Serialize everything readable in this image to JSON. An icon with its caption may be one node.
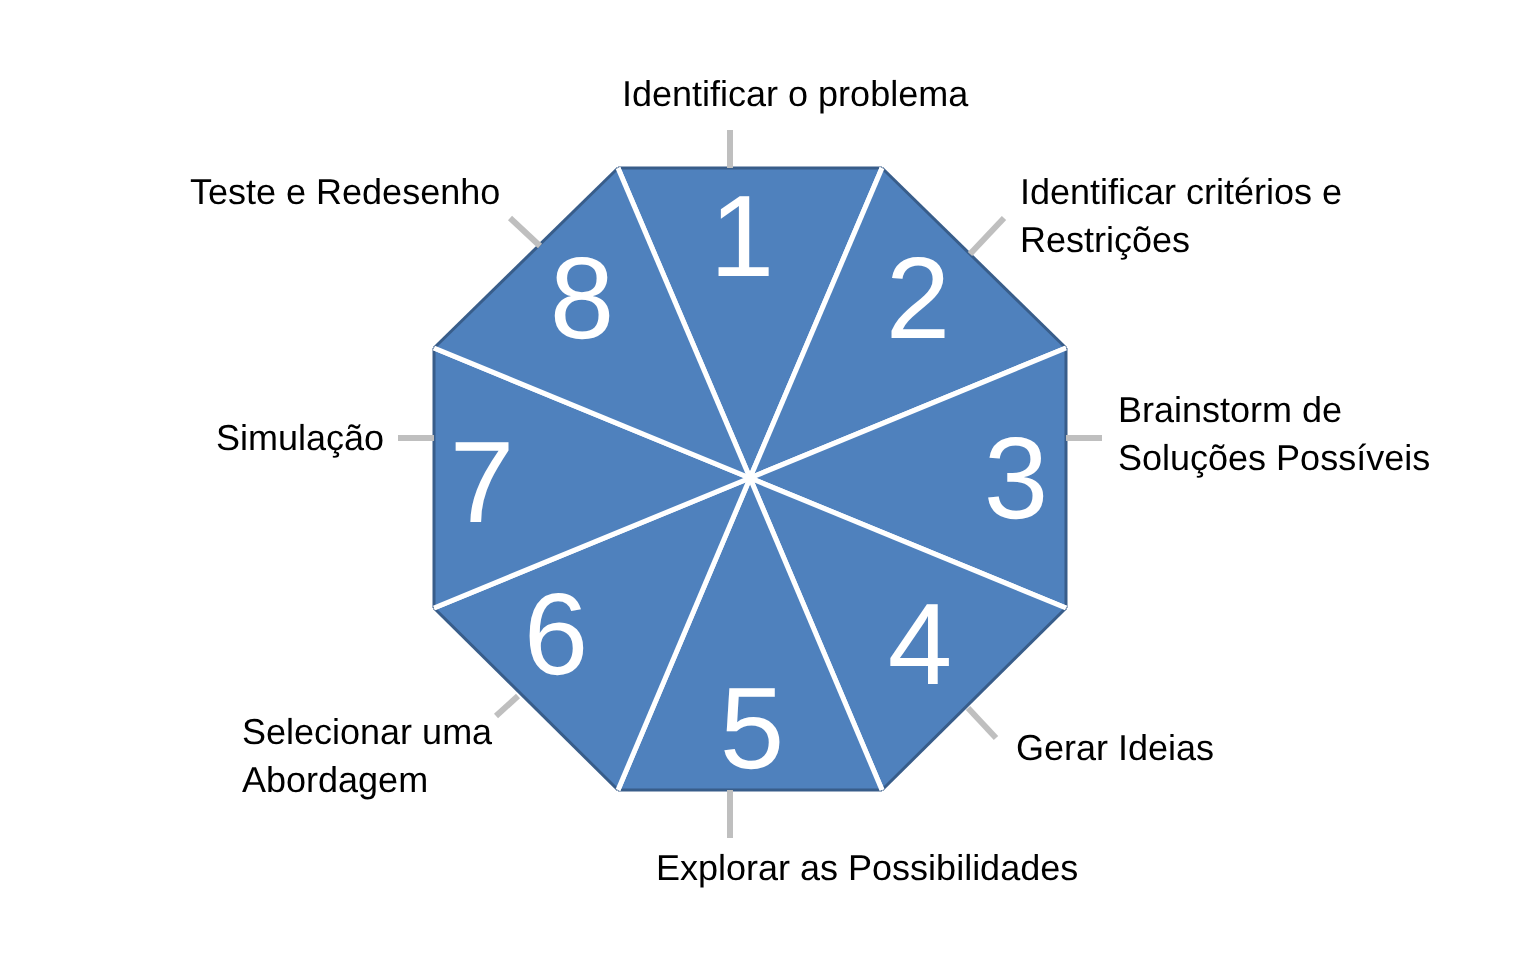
{
  "diagram": {
    "nodes": [
      {
        "text": [
          "1"
        ]
      },
      {
        "text": [
          "2"
        ]
      },
      {
        "text": [
          "3"
        ]
      },
      {
        "text": [
          "4"
        ]
      },
      {
        "text": [
          "5"
        ]
      },
      {
        "text": [
          "6"
        ]
      },
      {
        "text": [
          "7"
        ]
      },
      {
        "text": [
          "8"
        ]
      },
      {
        "text": [
          "Identificar o problema"
        ]
      },
      {
        "text": [
          "Identificar critérios e Restrições"
        ]
      },
      {
        "text": [
          "Brainstorm de Soluções Possíveis"
        ]
      },
      {
        "text": [
          "Gerar Ideias"
        ]
      },
      {
        "text": [
          "Explorar as Possibilidades"
        ]
      },
      {
        "text": [
          "Selecionar uma Abordagem"
        ]
      },
      {
        "text": [
          "Simulação"
        ]
      },
      {
        "text": [
          "Teste e Redesenho"
        ]
      }
    ],
    "edges": [
      {
        "from": 8,
        "to": 0,
        "arrow": "none"
      },
      {
        "from": 9,
        "to": 1,
        "arrow": "none"
      },
      {
        "from": 10,
        "to": 2,
        "arrow": "none"
      },
      {
        "from": 11,
        "to": 3,
        "arrow": "none"
      },
      {
        "from": 12,
        "to": 4,
        "arrow": "none"
      },
      {
        "from": 13,
        "to": 5,
        "arrow": "none"
      },
      {
        "from": 14,
        "to": 6,
        "arrow": "none"
      },
      {
        "from": 15,
        "to": 7,
        "arrow": "none"
      }
    ]
  }
}
